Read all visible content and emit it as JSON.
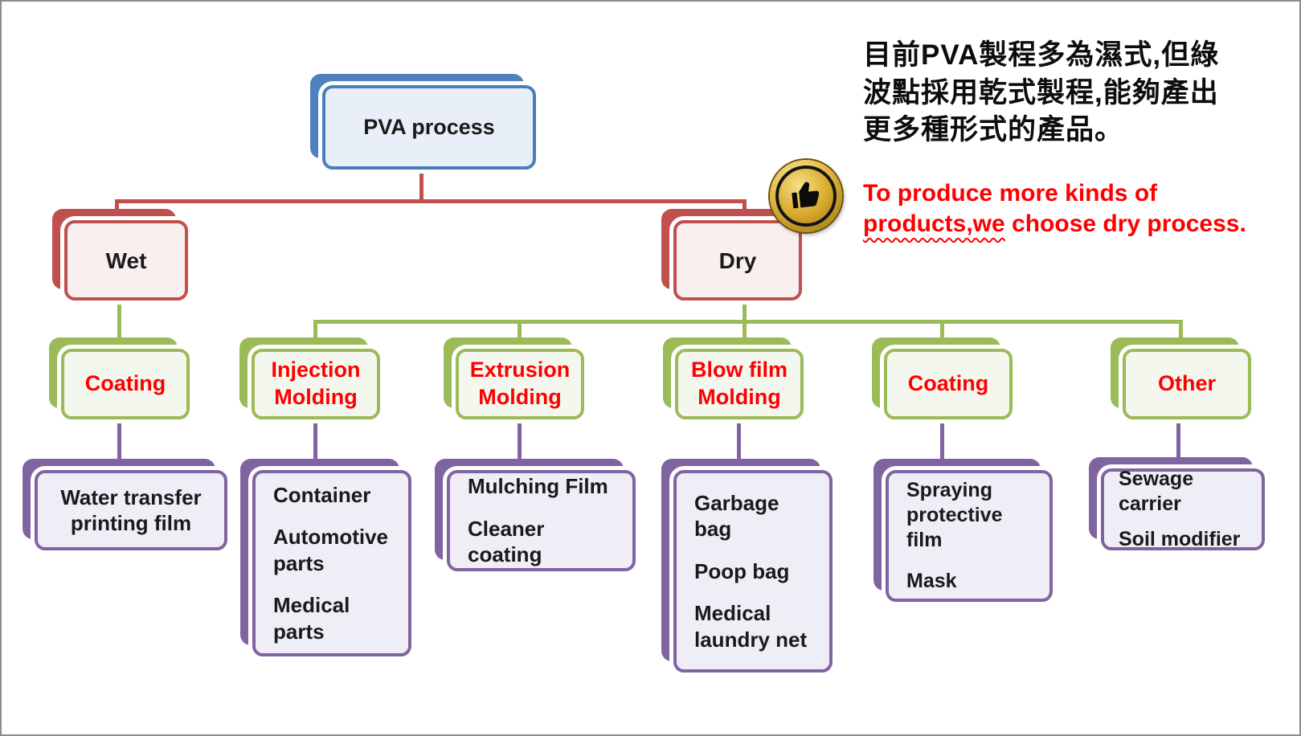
{
  "annotation": {
    "chinese": {
      "line1": "目前PVA製程多為濕式,但綠",
      "line2": "波點採用乾式製程,能夠產出",
      "line3": "更多種形式的產品。"
    },
    "english": {
      "line1": "To produce more kinds of",
      "line2_underlined": "products,we",
      "line2_rest": " choose dry process."
    }
  },
  "tree": {
    "root": {
      "label": "PVA process"
    },
    "branches": [
      {
        "label": "Wet"
      },
      {
        "label": "Dry"
      }
    ],
    "categories": [
      {
        "label": "Coating"
      },
      {
        "label": "Injection Molding"
      },
      {
        "label": "Extrusion Molding"
      },
      {
        "label": "Blow film Molding"
      },
      {
        "label": "Coating"
      },
      {
        "label": "Other"
      }
    ],
    "products": [
      {
        "lines": [
          "Water transfer printing film"
        ]
      },
      {
        "lines": [
          "Container",
          "Automotive parts",
          "Medical parts"
        ]
      },
      {
        "lines": [
          "Mulching Film",
          "Cleaner coating"
        ]
      },
      {
        "lines": [
          "Garbage bag",
          "Poop bag",
          "Medical laundry net"
        ]
      },
      {
        "lines": [
          "Spraying protective film",
          "Mask"
        ]
      },
      {
        "lines": [
          "Sewage carrier",
          "Soil modifier"
        ]
      }
    ]
  },
  "badge": {
    "icon": "thumbs-up"
  },
  "colors": {
    "root_blue": "#4f81bd",
    "branch_red": "#c0504d",
    "category_green": "#9bbb59",
    "product_purple": "#8064a2",
    "category_text_red": "#fe0000",
    "annotation_red": "#fe0000",
    "frame_gray": "#8c8c8c",
    "badge_gold": "#d4a62a"
  }
}
